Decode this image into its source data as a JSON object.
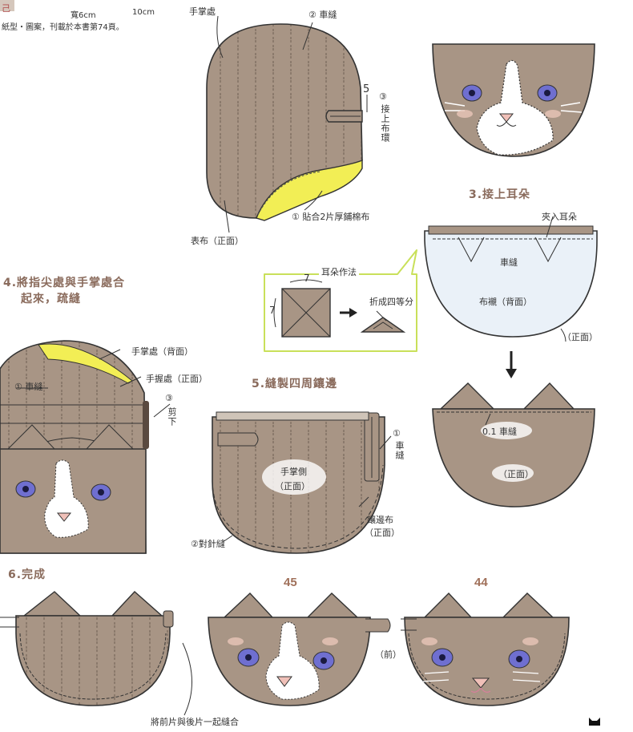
{
  "header": {
    "size_left": "寬6cm",
    "size_right": "10cm",
    "note": "紙型・圖案，刊載於本書第74頁。",
    "edge_text": "己"
  },
  "steps": {
    "step3": "3.接上耳朵",
    "step4_line1": "4.將指尖處與手掌處合",
    "step4_line2": "起來，疏縫",
    "step5": "5.縫製四周鑲邊",
    "step6": "6.完成"
  },
  "fig2": {
    "palm": "手掌處",
    "sew": "② 車縫",
    "five": "5",
    "loop_num": "③",
    "loop_text": "接上布環",
    "batting": "① 貼合2片厚鋪棉布",
    "outer": "表布（正面）"
  },
  "ear_box": {
    "title": "耳朵作法",
    "dim1": "7",
    "dim2": "7",
    "fold": "折成四等分"
  },
  "fig3": {
    "insert": "夾入耳朵",
    "sew": "車縫",
    "lining": "布襯（背面）",
    "front": "（正面）"
  },
  "fig4b": {
    "sew": "0.1 車縫",
    "front": "（正面）"
  },
  "fig4": {
    "fingertip": "手掌處（背面）",
    "palm": "手握處（正面）",
    "sew": "① 車縫",
    "cut_num": "③",
    "cut_text": "剪下"
  },
  "fig5": {
    "sew_num": "①",
    "sew_text": "車縫",
    "palm": "手掌側",
    "palm_front": "（正面）",
    "binding": "鑲邊布",
    "binding_front": "（正面）",
    "stitch": "②對針縫"
  },
  "fig6": {
    "num45": "45",
    "num44": "44",
    "front": "（前）",
    "bottom": "將前片與後片一起縫合"
  },
  "colors": {
    "fabric": "#a89585",
    "fabric_dark": "#8f7b6b",
    "batting": "#f2ee55",
    "lining": "#eaf1f8",
    "ear_box_border": "#c9e05a",
    "eye": "#6f6fd0",
    "nose": "#f0c0b8",
    "step_text": "#8a6b5c"
  },
  "icons": [
    "arrow-right-icon",
    "arrow-down-icon",
    "cat-mark-icon"
  ]
}
